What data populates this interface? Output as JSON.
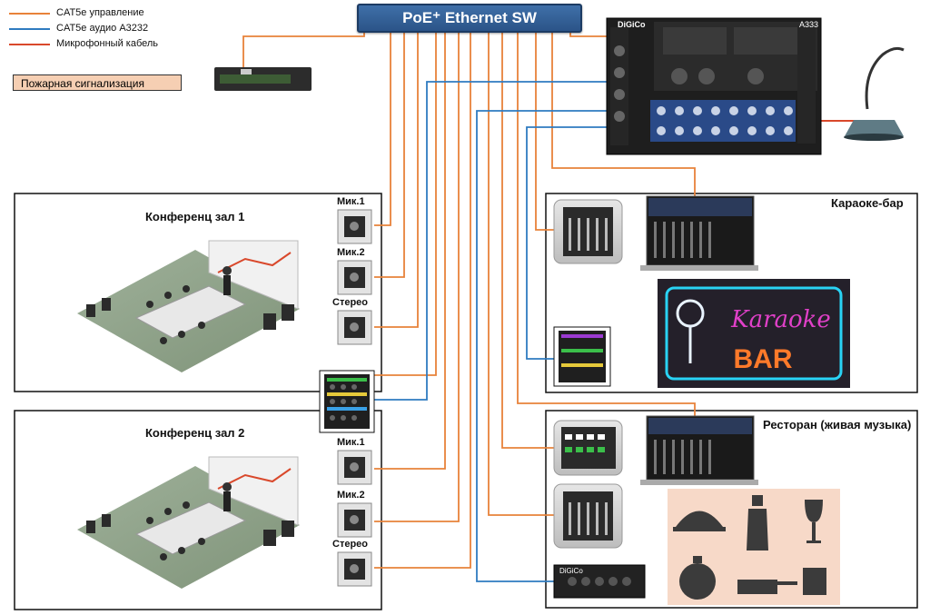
{
  "legend": [
    {
      "label": "CAT5e  управление",
      "color": "#e8823a"
    },
    {
      "label": "CAT5e  аудио A3232",
      "color": "#2f7bc0"
    },
    {
      "label": "Микрофонный кабель",
      "color": "#d9482b"
    }
  ],
  "switch": {
    "label": "PoE⁺ Ethernet SW"
  },
  "fire_alarm": {
    "label": "Пожарная сигнализация"
  },
  "rack": {
    "brand": "DiGiCo",
    "model": "A333"
  },
  "rooms": {
    "conf1": {
      "title": "Конференц зал 1"
    },
    "conf2": {
      "title": "Конференц зал 2"
    },
    "karaoke": {
      "title": "Караоке-бар",
      "sign_line1": "Karaoke",
      "sign_line2": "BAR"
    },
    "restaurant": {
      "title": "Ресторан (живая музыка)"
    }
  },
  "wall_panels": {
    "conf1": [
      {
        "label": "Мик.1"
      },
      {
        "label": "Мик.2"
      },
      {
        "label": "Стерео"
      }
    ],
    "conf2": [
      {
        "label": "Мик.1"
      },
      {
        "label": "Мик.2"
      },
      {
        "label": "Стерео"
      }
    ]
  },
  "stagebox": {
    "brand": "DiGiCo"
  }
}
